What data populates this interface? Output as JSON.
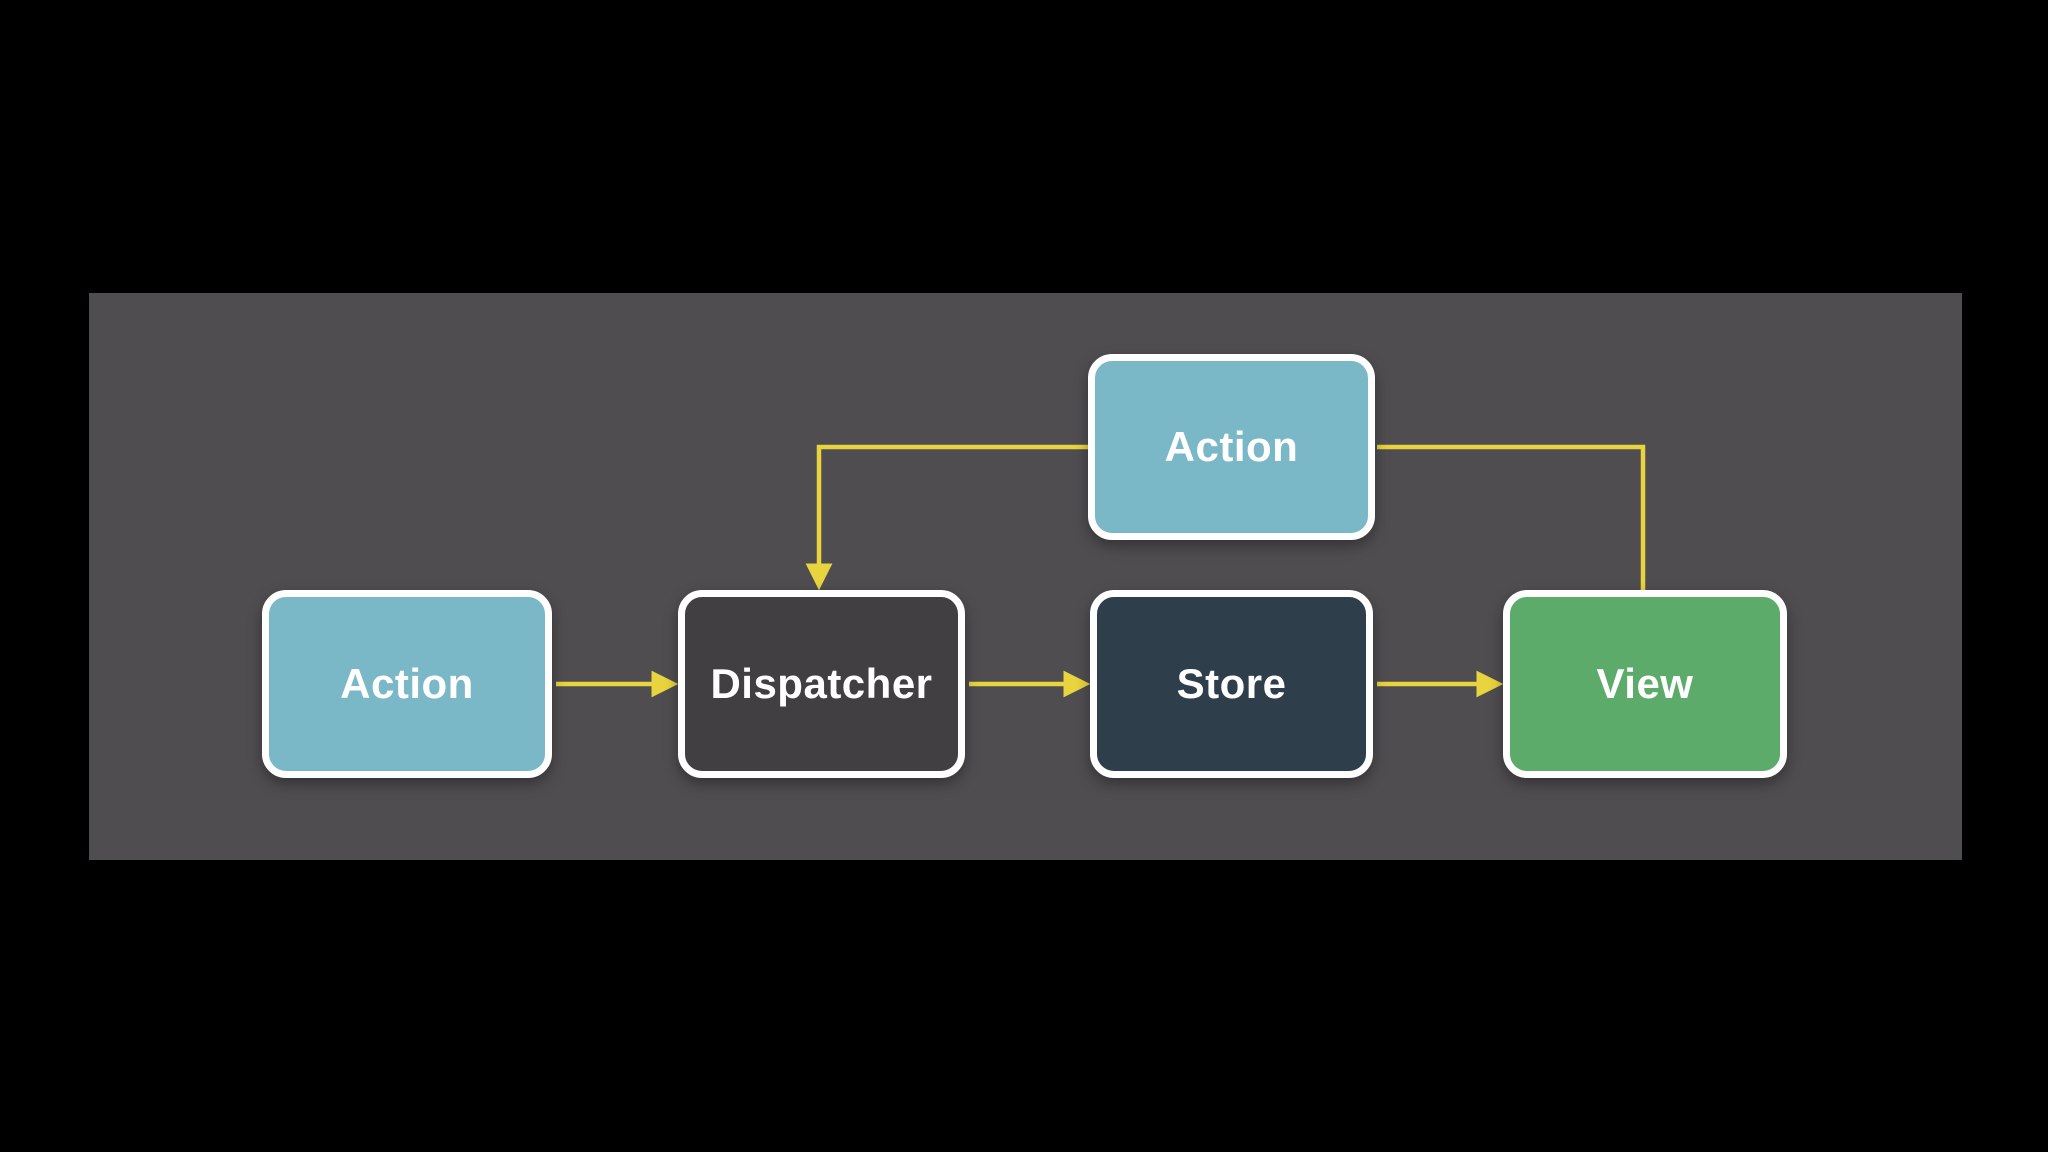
{
  "diagram": {
    "nodes": {
      "action_top": {
        "label": "Action",
        "fill": "#7bb8c7"
      },
      "action_left": {
        "label": "Action",
        "fill": "#7bb8c7"
      },
      "dispatcher": {
        "label": "Dispatcher",
        "fill": "#423f42"
      },
      "store": {
        "label": "Store",
        "fill": "#2e3e4a"
      },
      "view": {
        "label": "View",
        "fill": "#5cab6a"
      }
    },
    "edges": [
      {
        "from": "action_left",
        "to": "dispatcher"
      },
      {
        "from": "dispatcher",
        "to": "store"
      },
      {
        "from": "store",
        "to": "view"
      },
      {
        "from": "view",
        "to": "action_top"
      },
      {
        "from": "action_top",
        "to": "dispatcher"
      }
    ],
    "colors": {
      "background": "#000000",
      "panel": "#4f4d50",
      "arrow": "#e8d43e",
      "node_border": "#ffffff",
      "node_text": "#ffffff"
    }
  }
}
